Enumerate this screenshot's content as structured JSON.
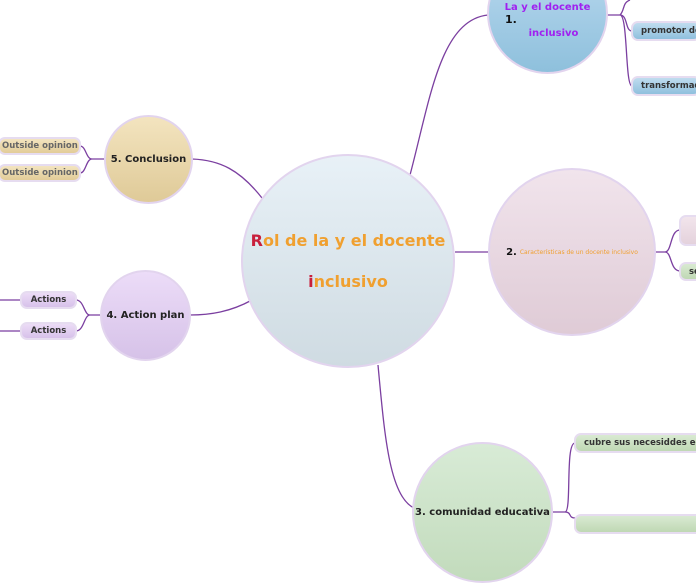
{
  "central": {
    "title_first": "R",
    "title_rest": "ol de la y el docente",
    "line2_first": "i",
    "line2_rest": "nclusivo"
  },
  "node1": {
    "line1": "La y el docente",
    "number": "1.",
    "line2": "inclusivo",
    "children": [
      "promotor del",
      "transformad"
    ]
  },
  "node2": {
    "number": "2.",
    "label": "Características de un docente inclusivo",
    "children": [
      "",
      "se"
    ]
  },
  "node3": {
    "label": "3. comunidad educativa",
    "children": [
      "cubre sus necesiddes edu",
      ""
    ]
  },
  "node4": {
    "label": "4. Action plan",
    "children": [
      "Actions",
      "Actions"
    ]
  },
  "node5": {
    "label": "5. Conclusion",
    "children": [
      "Outside opinion",
      "Outside opinion"
    ]
  },
  "colors": {
    "connector": "#7b3fa0",
    "accent_orange": "#f0a030",
    "accent_red": "#c8203c",
    "node1_text": "#a020f0"
  }
}
